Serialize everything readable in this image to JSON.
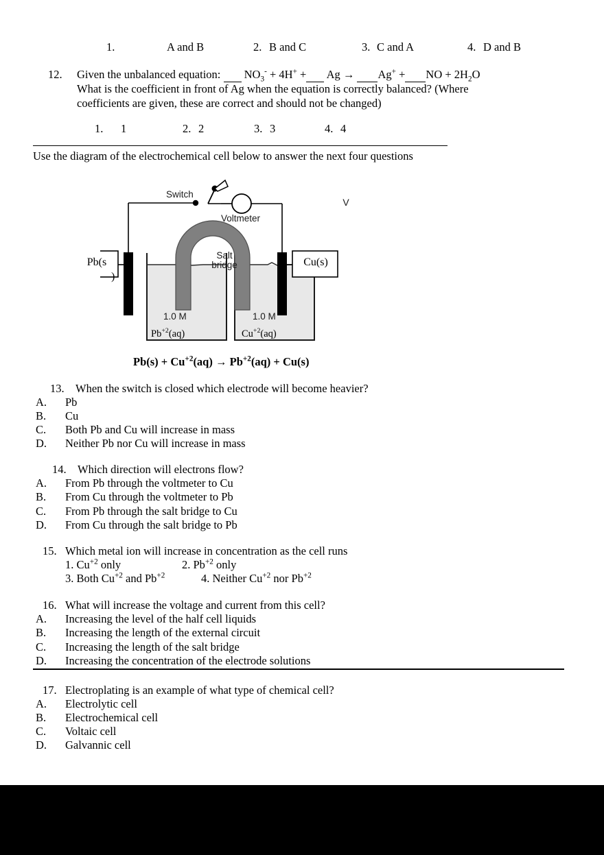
{
  "page": {
    "background_color": "#ffffff",
    "bottom_band_color": "#000000"
  },
  "q11_choices": [
    {
      "num": "1.",
      "text": "A and B"
    },
    {
      "num": "2.",
      "text": "B and C"
    },
    {
      "num": "3.",
      "text": "C and A"
    },
    {
      "num": "4.",
      "text": "D and B"
    }
  ],
  "q12": {
    "number": "12.",
    "stem_prefix": "Given the unbalanced equation:",
    "equation_parts": {
      "p1": "NO",
      "p1_sub": "3",
      "p1_sup": "-",
      "p2": "+ 4H",
      "p2_sup": "+",
      "p3": "+",
      "p4": "Ag",
      "arrow": "→",
      "p5": "Ag",
      "p5_sup": "+",
      "p6": "+",
      "p7": "NO + 2H",
      "p7_sub": "2",
      "p7_tail": "O"
    },
    "line2": "What is the coefficient in front of Ag when the equation is correctly balanced?  (Where",
    "line3": "coefficients are given, these are correct and should not be changed)",
    "choices": [
      {
        "num": "1.",
        "text": "1"
      },
      {
        "num": "2.",
        "text": "2"
      },
      {
        "num": "3.",
        "text": "3"
      },
      {
        "num": "4.",
        "text": "4"
      }
    ]
  },
  "instruction": "Use the diagram of the electrochemical cell below to answer the next four questions",
  "diagram": {
    "switch_label": "Switch",
    "voltmeter_symbol": "V",
    "voltmeter_label": "Voltmeter",
    "salt_bridge_label_line1": "Salt",
    "salt_bridge_label_line2": "bridge",
    "left_electrode_label": "Pb(s",
    "left_electrode_label_tail": ")",
    "right_electrode_label": "Cu(s)",
    "left_conc": "1.0 M",
    "right_conc": "1.0 M",
    "left_solution": "Pb",
    "left_solution_sup": "+2",
    "left_solution_tail": "(aq)",
    "right_solution": "Cu",
    "right_solution_sup": "+2",
    "right_solution_tail": "(aq)",
    "colors": {
      "salt_bridge": "#808080",
      "solution": "#e8e8e8",
      "electrode": "#000000",
      "wire": "#000000"
    }
  },
  "net_equation": {
    "a": "Pb(s)  + Cu",
    "a_sup": "+2",
    "b": "(aq)",
    "arrow": "→",
    "c": "Pb",
    "c_sup": "+2",
    "d": "(aq)  + Cu(s)"
  },
  "q13": {
    "number": "13.",
    "stem": "When the switch is closed which electrode will become heavier?",
    "options": [
      {
        "letter": "A.",
        "text": "Pb"
      },
      {
        "letter": "B.",
        "text": "Cu"
      },
      {
        "letter": "C.",
        "text": "Both Pb and Cu will increase in mass"
      },
      {
        "letter": "D.",
        "text": "Neither Pb nor Cu will increase in mass"
      }
    ]
  },
  "q14": {
    "number": "14.",
    "stem": "Which direction will electrons flow?",
    "options": [
      {
        "letter": "A.",
        "text": "From Pb through the voltmeter to Cu"
      },
      {
        "letter": "B.",
        "text": "From Cu through the voltmeter to Pb"
      },
      {
        "letter": "C.",
        "text": "From Pb through the salt bridge to Cu"
      },
      {
        "letter": "D.",
        "text": "From Cu through the salt bridge to Pb"
      }
    ]
  },
  "q15": {
    "number": "15.",
    "stem": "Which metal ion will increase in concentration as the cell runs",
    "opt1_num": "1.",
    "opt1_a": "Cu",
    "opt1_sup": "+2",
    "opt1_b": " only",
    "opt2_num": "2.",
    "opt2_a": "Pb",
    "opt2_sup": "+2",
    "opt2_b": " only",
    "opt3_num": "3.",
    "opt3_a": "Both Cu",
    "opt3_sup1": "+2",
    "opt3_b": " and Pb",
    "opt3_sup2": "+2",
    "opt4_num": "4.",
    "opt4_a": "Neither Cu",
    "opt4_sup1": "+2",
    "opt4_b": " nor Pb",
    "opt4_sup2": "+2"
  },
  "q16": {
    "number": "16.",
    "stem": "What will increase the voltage and current from this cell?",
    "options": [
      {
        "letter": "A.",
        "text": "Increasing the level of the half cell liquids"
      },
      {
        "letter": "B.",
        "text": "Increasing the length of the external circuit"
      },
      {
        "letter": "C.",
        "text": "Increasing the length of the salt bridge"
      },
      {
        "letter": "D.",
        "text": "Increasing the concentration of the electrode solutions"
      }
    ]
  },
  "q17": {
    "number": "17.",
    "stem": "Electroplating is an example of what type of chemical cell?",
    "options": [
      {
        "letter": "A.",
        "text": "Electrolytic cell"
      },
      {
        "letter": "B.",
        "text": "Electrochemical cell"
      },
      {
        "letter": "C.",
        "text": "Voltaic cell"
      },
      {
        "letter": "D.",
        "text": "Galvannic cell"
      }
    ]
  }
}
